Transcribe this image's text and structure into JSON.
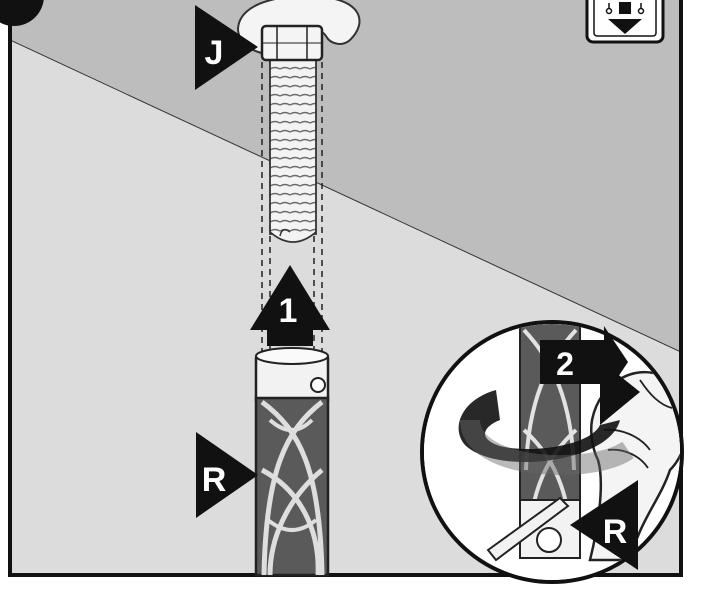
{
  "labels": {
    "part_j": "J",
    "part_r_main": "R",
    "part_r_detail": "R",
    "step_1": "1",
    "step_2": "2"
  },
  "icons": {
    "corner_icon": "install-direction-down-icon"
  },
  "colors": {
    "wall_upper": "#b9b9b9",
    "wall_lower": "#d9d9d9",
    "outline": "#1a1a1a",
    "callout": "#111111",
    "hose": "#f2f2f2"
  }
}
